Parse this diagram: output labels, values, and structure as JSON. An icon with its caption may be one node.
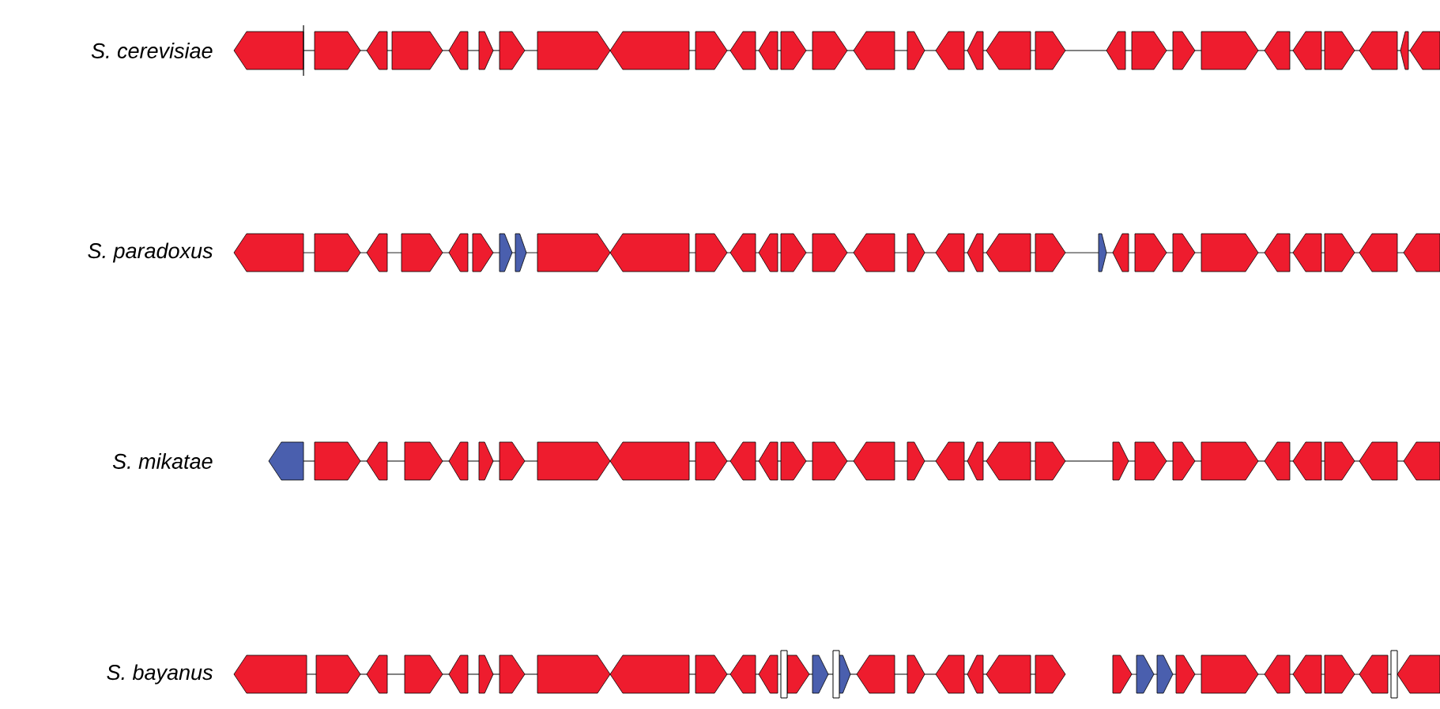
{
  "diagram": {
    "labels": [
      "S. cerevisiae",
      "S. paradoxus",
      "S. mikatae",
      "S. bayanus"
    ]
  }
}
